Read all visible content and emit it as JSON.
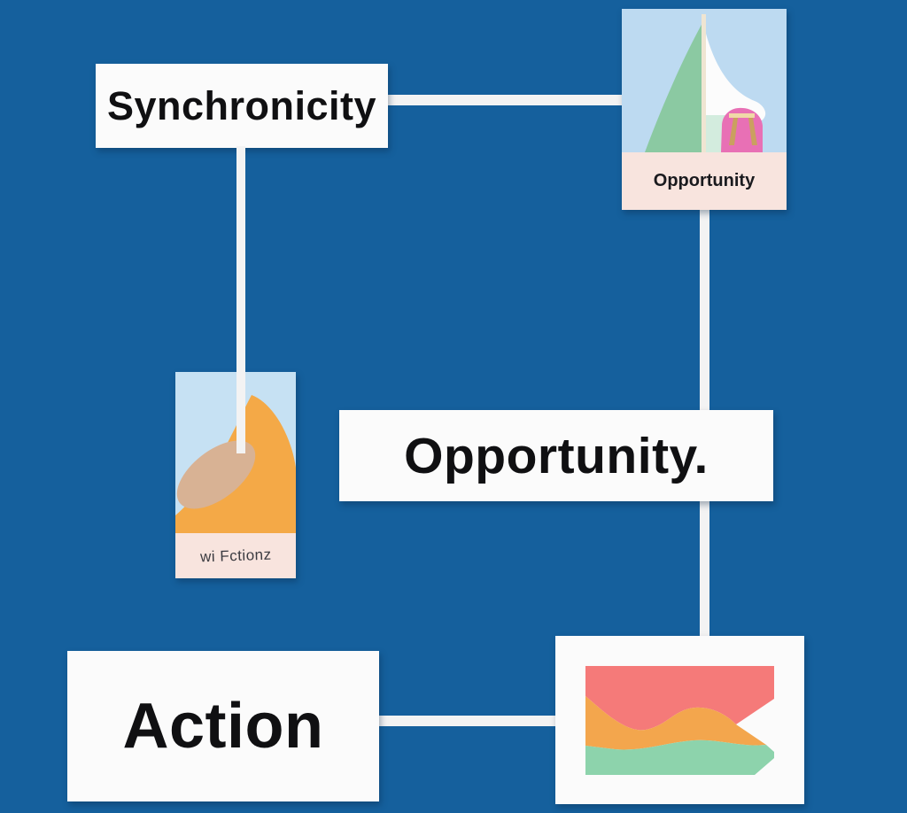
{
  "diagram": {
    "background_color": "#15609d",
    "connector_color": "#f3f3f3",
    "box_background": "#fbfbfb",
    "text_color": "#101012",
    "boxes": {
      "synchronicity": {
        "label": "Synchronicity"
      },
      "opportunity": {
        "label": "Opportunity."
      },
      "action": {
        "label": "Action"
      }
    },
    "cards": {
      "sailboat": {
        "caption": "Opportunity"
      },
      "dune": {
        "caption": "wi Fctionz"
      },
      "waves": {
        "caption": ""
      }
    },
    "colors": {
      "caption_bg": "#f8e4de",
      "sky_light": "#bddaf1",
      "sky_pale": "#c6e1f3",
      "sail_green": "#8bc9a2",
      "sail_white": "#fcfcfc",
      "sail_mint": "#d3ecde",
      "mast_cream": "#efe5d2",
      "hull_pink": "#e870b5",
      "stool_seat": "#f0d9a8",
      "stool_tan": "#caa05f",
      "dune_orange": "#f4a947",
      "dune_tan": "#d8b294",
      "wave_red": "#f57a79",
      "wave_orange": "#f3a64d",
      "wave_green": "#8dd3ac",
      "card_bg": "#fbfbfb"
    }
  }
}
